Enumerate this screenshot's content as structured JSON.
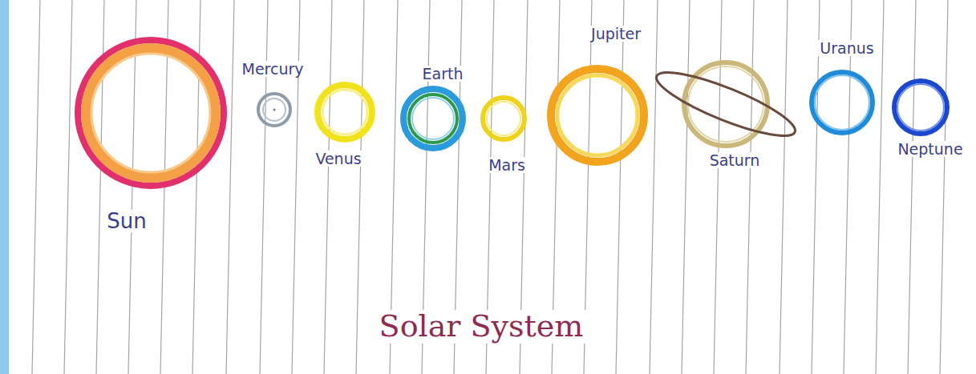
{
  "diagram": {
    "title": "Solar System",
    "nodes": [
      {
        "text": [
          "Sun"
        ]
      },
      {
        "text": [
          "Mercury"
        ]
      },
      {
        "text": [
          "Venus"
        ]
      },
      {
        "text": [
          "Earth"
        ]
      },
      {
        "text": [
          "Mars"
        ]
      },
      {
        "text": [
          "Jupiter"
        ]
      },
      {
        "text": [
          "Saturn"
        ]
      },
      {
        "text": [
          "Uranus"
        ]
      },
      {
        "text": [
          "Neptune"
        ]
      }
    ]
  }
}
